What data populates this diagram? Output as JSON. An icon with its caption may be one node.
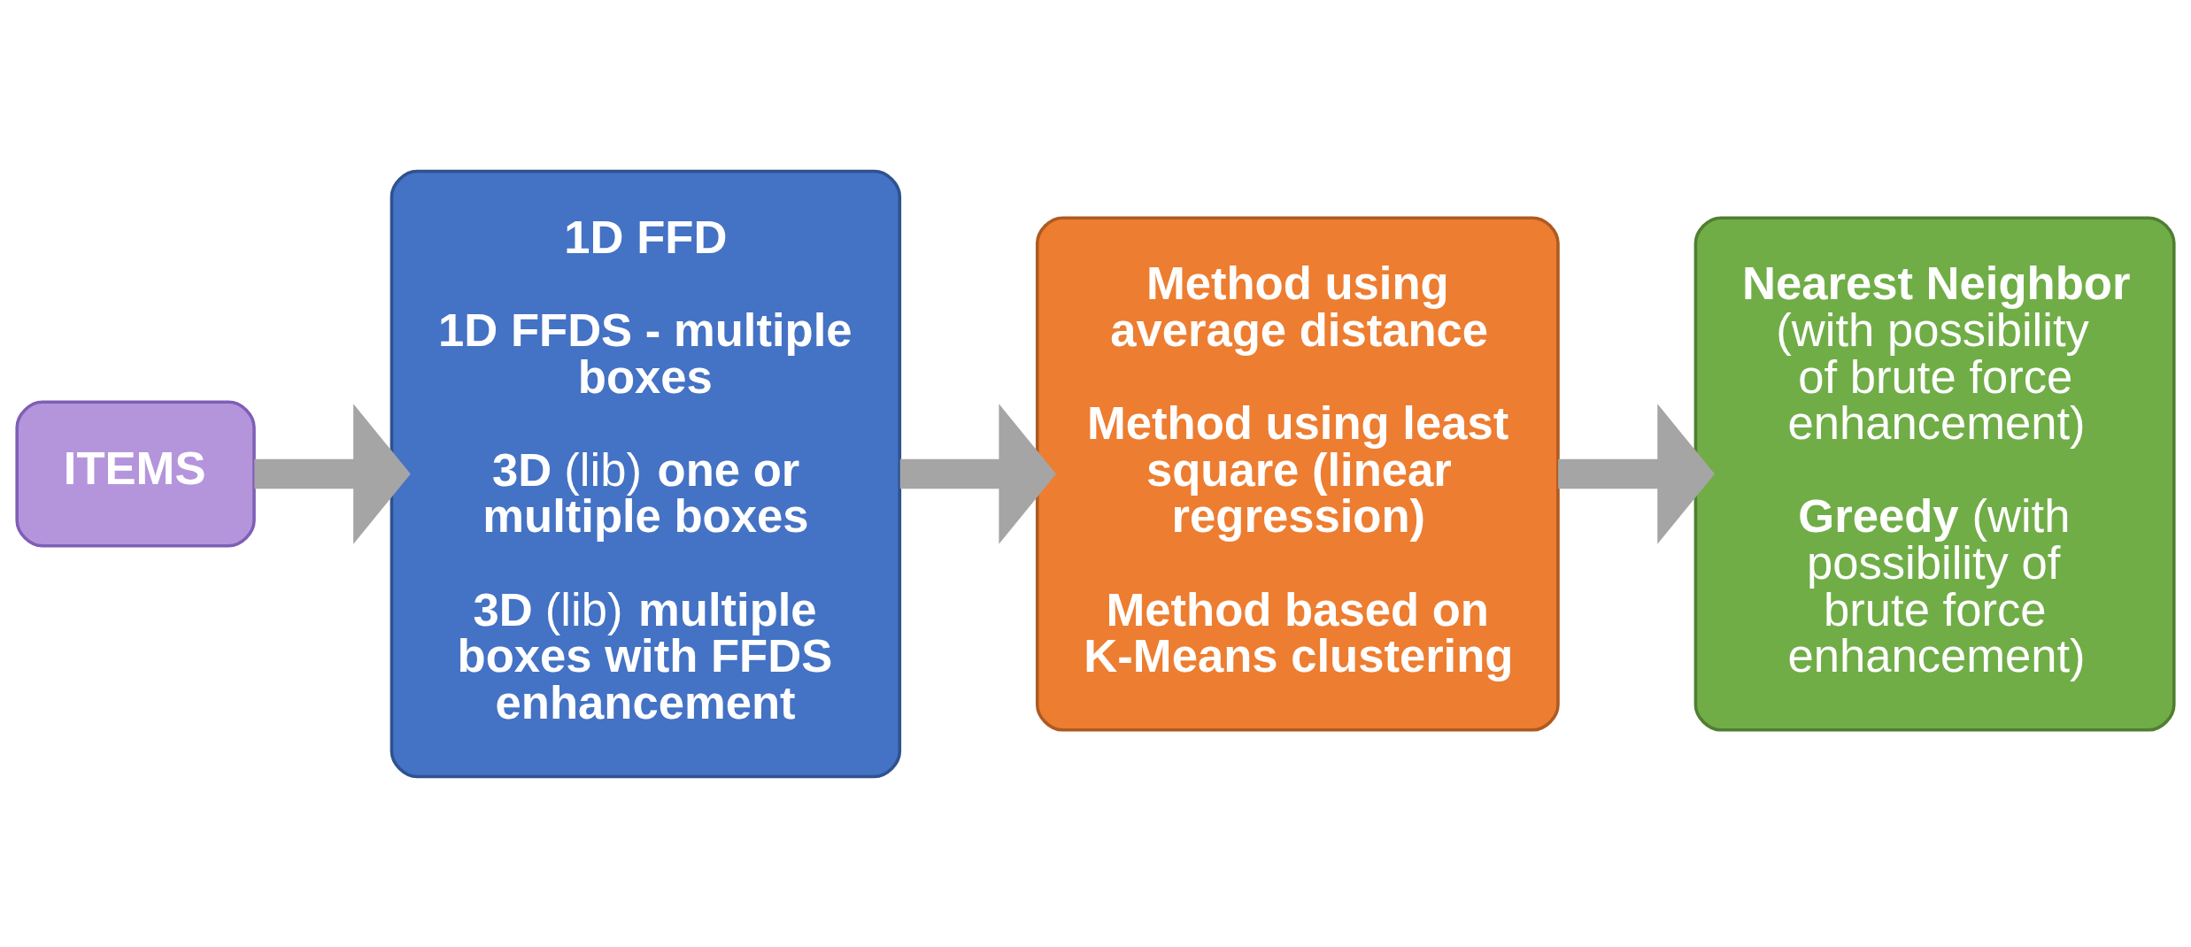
{
  "diagram": {
    "nodes": [
      {
        "text": [
          "ITEMS"
        ]
      },
      {
        "text": [
          "1D FFD",
          "1D FFDS - multiple boxes",
          "**3D** (lib) **one or multiple boxes**",
          "**3D** (lib) **multiple boxes with FFDS enhancement**"
        ]
      },
      {
        "text": [
          "Method using average distance",
          "Method using least square (linear regression)",
          "Method based on K-Means clustering"
        ]
      },
      {
        "text": [
          "**Nearest Neighbor** (with possibility of brute force enhancement)",
          "**Greedy** (with possibility of brute force enhancement)"
        ]
      }
    ],
    "edges": [
      {
        "from": 0,
        "to": 1,
        "arrow": "to"
      },
      {
        "from": 1,
        "to": 2,
        "arrow": "to"
      },
      {
        "from": 2,
        "to": 3,
        "arrow": "to"
      }
    ]
  }
}
